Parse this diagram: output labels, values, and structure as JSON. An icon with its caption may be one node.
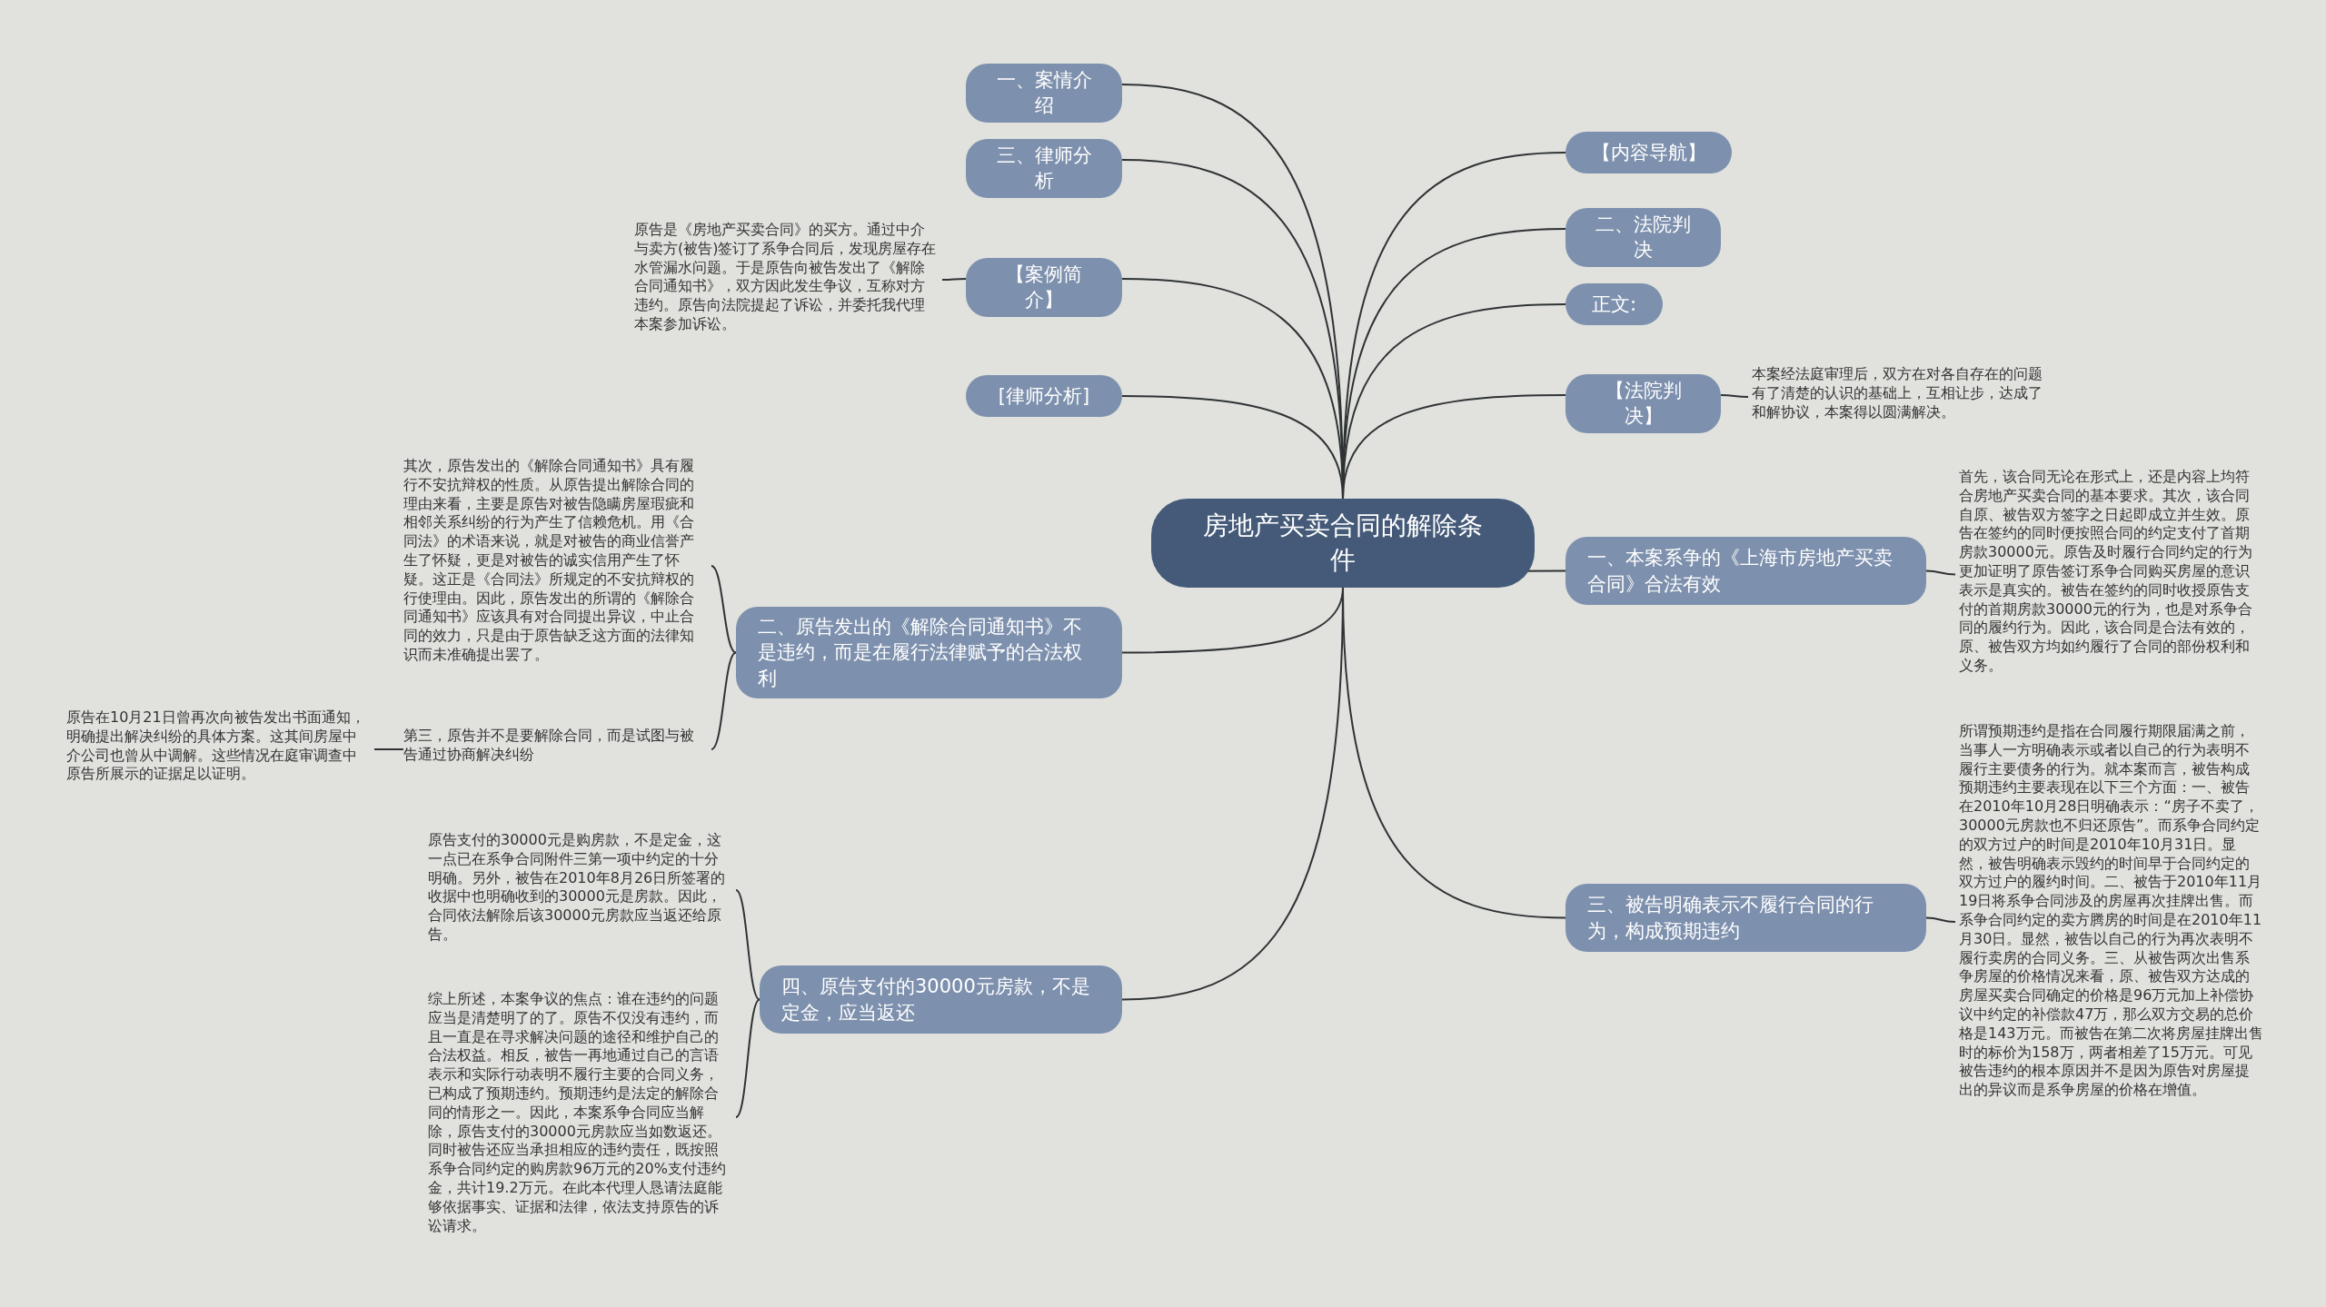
{
  "diagram": {
    "nodes": [
      {
        "text": [
          "房地产买卖合同的解除条件"
        ]
      },
      {
        "text": [
          "一、案情介绍"
        ]
      },
      {
        "text": [
          "三、律师分析"
        ]
      },
      {
        "text": [
          "【案例简介】"
        ]
      },
      {
        "text": [
          "[律师分析]"
        ]
      },
      {
        "text": [
          "二、原告发出的《解除合同通知书》不是违约，而是在履行法律赋予的合法权利"
        ]
      },
      {
        "text": [
          "四、原告支付的30000元房款，不是定金，应当返还"
        ]
      },
      {
        "text": [
          "【内容导航】"
        ]
      },
      {
        "text": [
          "二、法院判决"
        ]
      },
      {
        "text": [
          "正文:"
        ]
      },
      {
        "text": [
          "【法院判决】"
        ]
      },
      {
        "text": [
          "一、本案系争的《上海市房地产买卖合同》合法有效"
        ]
      },
      {
        "text": [
          "三、被告明确表示不履行合同的行为，构成预期违约"
        ]
      },
      {
        "text": [
          "原告是《房地产买卖合同》的买方。通过中介与卖方(被告)签订了系争合同后，发现房屋存在水管漏水问题。于是原告向被告发出了《解除合同通知书》，双方因此发生争议，互称对方违约。原告向法院提起了诉讼，并委托我代理本案参加诉讼。"
        ]
      },
      {
        "text": [
          "其次，原告发出的《解除合同通知书》具有履行不安抗辩权的性质。从原告提出解除合同的理由来看，主要是原告对被告隐瞒房屋瑕疵和相邻关系纠纷的行为产生了信赖危机。用《合同法》的术语来说，就是对被告的商业信誉产生了怀疑，更是对被告的诚实信用产生了怀疑。这正是《合同法》所规定的不安抗辩权的行使理由。因此，原告发出的所谓的《解除合同通知书》应该具有对合同提出异议，中止合同的效力，只是由于原告缺乏这方面的法律知识而未准确提出罢了。"
        ]
      },
      {
        "text": [
          "第三，原告并不是要解除合同，而是试图与被告通过协商解决纠纷"
        ]
      },
      {
        "text": [
          "原告在10月21日曾再次向被告发出书面通知，明确提出解决纠纷的具体方案。这其间房屋中介公司也曾从中调解。这些情况在庭审调查中原告所展示的证据足以证明。"
        ]
      },
      {
        "text": [
          "原告支付的30000元是购房款，不是定金，这一点已在系争合同附件三第一项中约定的十分明确。另外，被告在2010年8月26日所签署的收据中也明确收到的30000元是房款。因此，合同依法解除后该30000元房款应当返还给原告。"
        ]
      },
      {
        "text": [
          "综上所述，本案争议的焦点：谁在违约的问题应当是清楚明了的了。原告不仅没有违约，而且一直是在寻求解决问题的途径和维护自己的合法权益。相反，被告一再地通过自己的言语表示和实际行动表明不履行主要的合同义务，已构成了预期违约。预期违约是法定的解除合同的情形之一。因此，本案系争合同应当解除，原告支付的30000元房款应当如数返还。同时被告还应当承担相应的违约责任，既按照系争合同约定的购房款96万元的20%支付违约金，共计19.2万元。在此本代理人恳请法庭能够依据事实、证据和法律，依法支持原告的诉讼请求。"
        ]
      },
      {
        "text": [
          "本案经法庭审理后，双方在对各自存在的问题有了清楚的认识的基础上，互相让步，达成了和解协议，本案得以圆满解决。"
        ]
      },
      {
        "text": [
          "首先，该合同无论在形式上，还是内容上均符合房地产买卖合同的基本要求。其次，该合同自原、被告双方签字之日起即成立并生效。原告在签约的同时便按照合同的约定支付了首期房款30000元。原告及时履行合同约定的行为更加证明了原告签订系争合同购买房屋的意识表示是真实的。被告在签约的同时收授原告支付的首期房款30000元的行为，也是对系争合同的履约行为。因此，该合同是合法有效的，原、被告双方均如约履行了合同的部份权利和义务。"
        ]
      },
      {
        "text": [
          "所谓预期违约是指在合同履行期限届满之前，当事人一方明确表示或者以自己的行为表明不履行主要债务的行为。就本案而言，被告构成预期违约主要表现在以下三个方面：一、被告在2010年10月28日明确表示：“房子不卖了，30000元房款也不归还原告”。而系争合同约定的双方过户的时间是2010年10月31日。显然，被告明确表示毁约的时间早于合同约定的双方过户的履约时间。二、被告于2010年11月19日将系争合同涉及的房屋再次挂牌出售。而系争合同约定的卖方腾房的时间是在2010年11月30日。显然，被告以自己的行为再次表明不履行卖房的合同义务。三、从被告两次出售系争房屋的价格情况来看，原、被告双方达成的房屋买卖合同确定的价格是96万元加上补偿协议中约定的补偿款47万，那么双方交易的总价格是143万元。而被告在第二次将房屋挂牌出售时的标价为158万，两者相差了15万元。可见被告违约的根本原因并不是因为原告对房屋提出的异议而是系争房屋的价格在增值。"
        ]
      }
    ],
    "edges": [
      {
        "from": 0,
        "to": 1,
        "arrow": "none"
      },
      {
        "from": 0,
        "to": 2,
        "arrow": "none"
      },
      {
        "from": 0,
        "to": 3,
        "arrow": "none"
      },
      {
        "from": 0,
        "to": 4,
        "arrow": "none"
      },
      {
        "from": 0,
        "to": 5,
        "arrow": "none"
      },
      {
        "from": 0,
        "to": 6,
        "arrow": "none"
      },
      {
        "from": 0,
        "to": 7,
        "arrow": "none"
      },
      {
        "from": 0,
        "to": 8,
        "arrow": "none"
      },
      {
        "from": 0,
        "to": 9,
        "arrow": "none"
      },
      {
        "from": 0,
        "to": 10,
        "arrow": "none"
      },
      {
        "from": 0,
        "to": 11,
        "arrow": "none"
      },
      {
        "from": 0,
        "to": 12,
        "arrow": "none"
      },
      {
        "from": 3,
        "to": 13,
        "arrow": "none"
      },
      {
        "from": 5,
        "to": 14,
        "arrow": "none"
      },
      {
        "from": 5,
        "to": 15,
        "arrow": "none"
      },
      {
        "from": 15,
        "to": 16,
        "arrow": "none"
      },
      {
        "from": 6,
        "to": 17,
        "arrow": "none"
      },
      {
        "from": 6,
        "to": 18,
        "arrow": "none"
      },
      {
        "from": 10,
        "to": 19,
        "arrow": "none"
      },
      {
        "from": 11,
        "to": 20,
        "arrow": "none"
      },
      {
        "from": 12,
        "to": 21,
        "arrow": "none"
      }
    ]
  }
}
